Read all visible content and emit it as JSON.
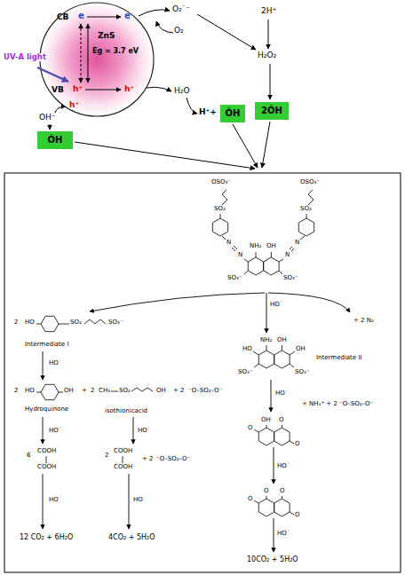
{
  "diagram": {
    "nodes": [
      {
        "text": [
          "CB",
          "VB",
          "ZnS",
          "Eg = 3.7 eV",
          "e",
          "e",
          "h⁺",
          "h⁺",
          "h⁺"
        ]
      },
      {
        "text": [
          "ȮH"
        ]
      },
      {
        "text": [
          "ȮH"
        ]
      },
      {
        "text": [
          "2ȮH"
        ]
      }
    ],
    "labels": [
      "UV-A light",
      "O₂˙⁻",
      "O₂",
      "2H⁺",
      "H₂O₂",
      "H₂O",
      "H⁺+",
      "OH⁻",
      "OSO₃⁻",
      "OSO₃⁻",
      "SO₂",
      "SO₂",
      "N",
      "N",
      "N",
      "N",
      "NH₂",
      "OH",
      "SO₃⁻",
      "SO₃⁻",
      "HO˙",
      "2",
      "HO",
      "SO₂",
      "SO₃⁻",
      "Intermediate I",
      "HO˙",
      "2",
      "HO",
      "OH",
      "Hydroquinone",
      "+",
      "2",
      "CH₃",
      "SO₂",
      "OH",
      "isothionicacid",
      "+ 2",
      "⁻O–SO₂–O⁻",
      "HO˙",
      "6",
      "COOH",
      "COOH",
      "HO˙",
      "12 CO₂ + 6H₂O",
      "HO˙",
      "2",
      "COOH",
      "COOH",
      "+ 2",
      "⁻O–SO₂–O⁻",
      "HO˙",
      "4CO₂ + 5H₂O",
      "+ 2 N₂",
      "NH₂",
      "OH",
      "HO",
      "OH",
      "SO₃⁻",
      "SO₃⁻",
      "Intermediate II",
      "HO˙",
      "+ NH₄⁺ + 2 ⁻O–SO₂–O⁻",
      "OH",
      "O",
      "O",
      "O",
      "HO˙",
      "O",
      "O",
      "O",
      "O",
      "HO˙",
      "10CO₂ + 5H₂O"
    ]
  }
}
